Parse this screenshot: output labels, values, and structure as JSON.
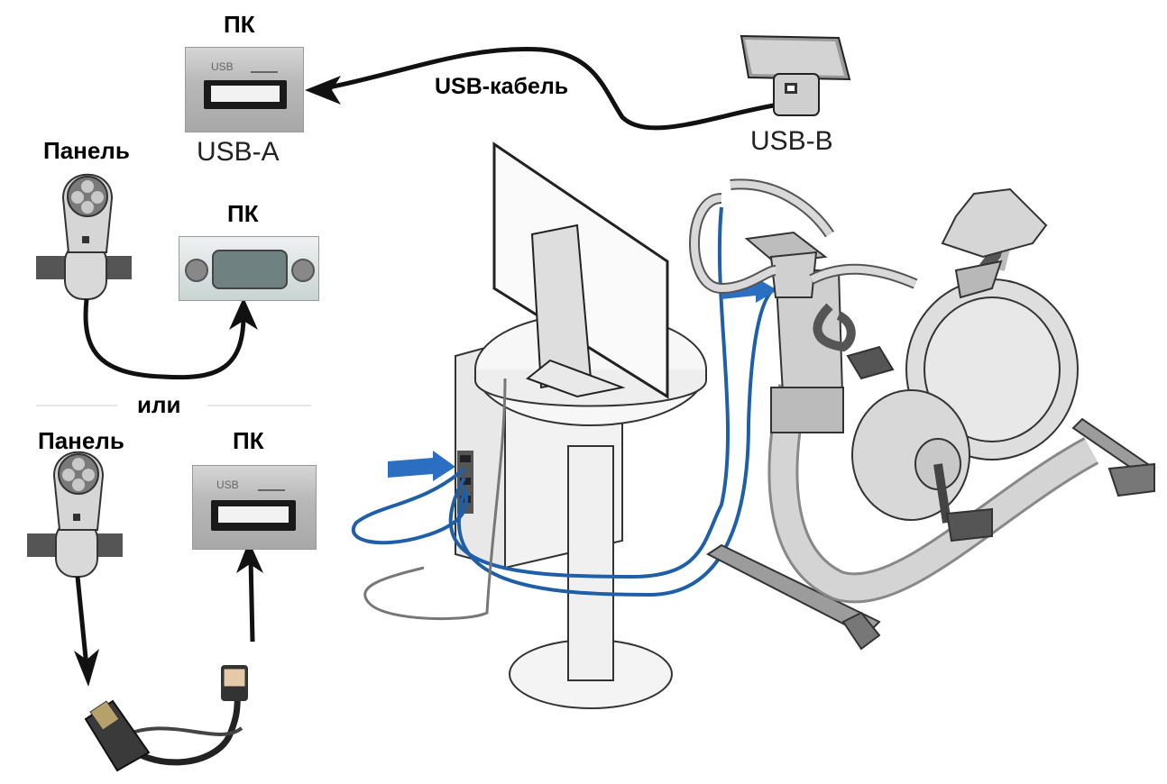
{
  "labels": {
    "pc_top": "ПК",
    "usb_a": "USB-A",
    "usb_b": "USB-B",
    "usb_cable": "USB-кабель",
    "panel_1": "Панель",
    "pc_middle": "ПК",
    "or": "или",
    "panel_2": "Панель",
    "pc_bottom": "ПК",
    "usb_port_text_1": "USB",
    "usb_port_text_2": "USB"
  },
  "colors": {
    "cable_blue": "#1f5fa8",
    "arrow_blue": "#2a6fc2",
    "line_dark": "#111111",
    "device_grey": "#d9d9d9"
  }
}
